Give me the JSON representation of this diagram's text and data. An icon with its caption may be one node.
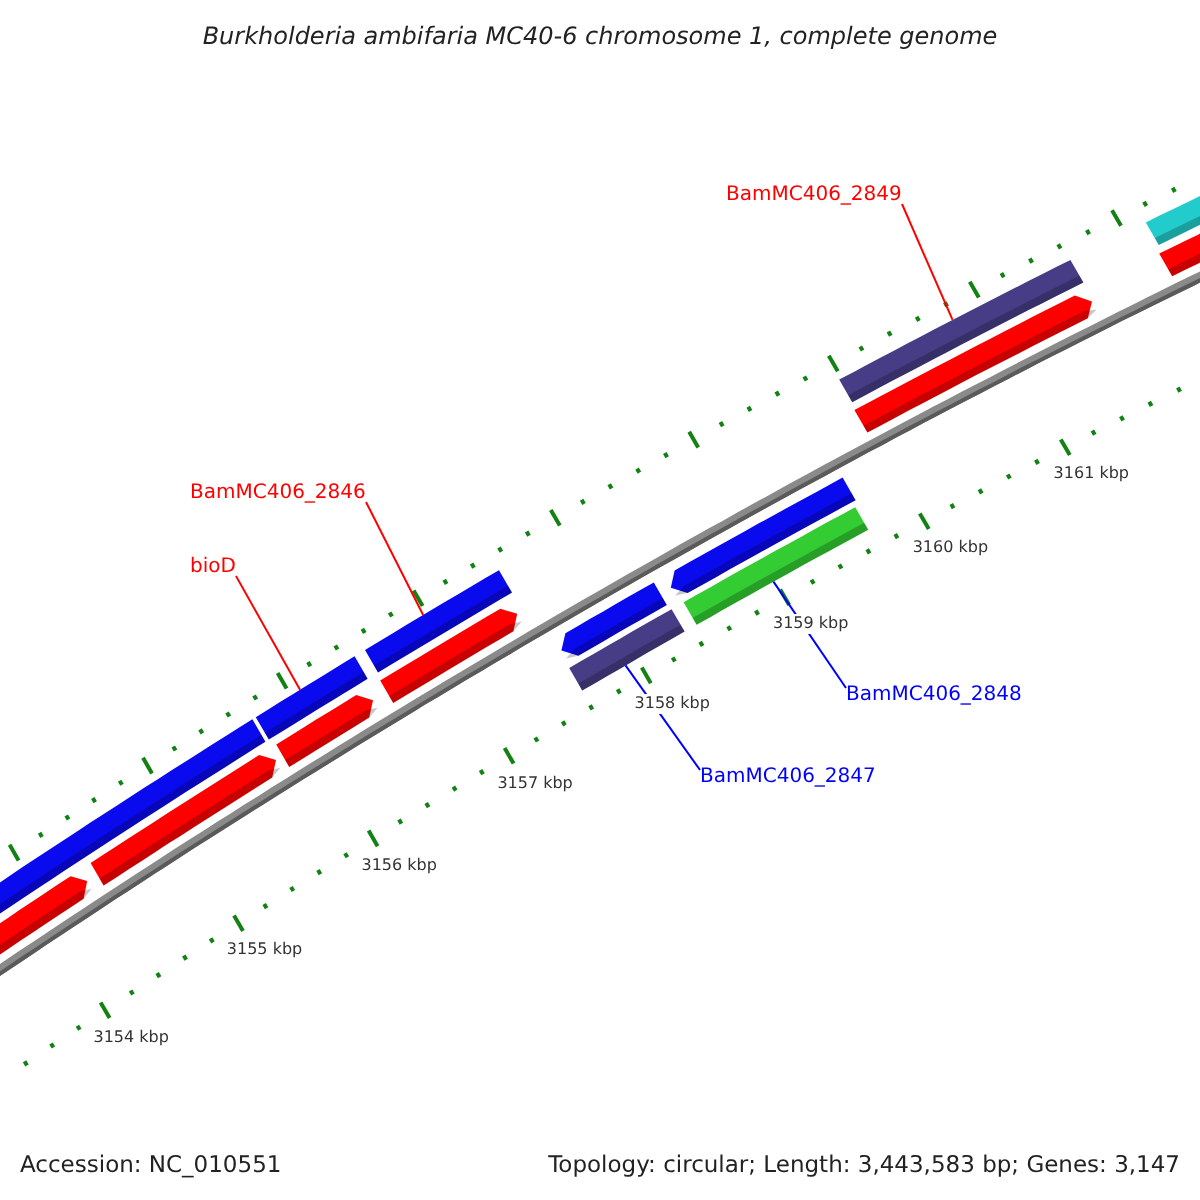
{
  "diagram": {
    "title": "Burkholderia ambifaria MC40-6 chromosome 1, complete genome",
    "nodes": [
      {
        "text": [
          "BamMC406_2849"
        ]
      },
      {
        "text": [
          "BamMC406_2846"
        ]
      },
      {
        "text": [
          "bioD"
        ]
      },
      {
        "text": [
          "BamMC406_2848"
        ]
      },
      {
        "text": [
          "BamMC406_2847"
        ]
      },
      {
        "text": [],
        "shape": "bar"
      },
      {
        "text": [],
        "shape": "bar"
      },
      {
        "text": [],
        "shape": "bar"
      },
      {
        "text": [],
        "shape": "bar"
      },
      {
        "text": [],
        "shape": "bar"
      },
      {
        "text": [],
        "shape": "bar"
      },
      {
        "text": [],
        "shape": "bar"
      },
      {
        "text": [],
        "shape": "bar"
      },
      {
        "text": [],
        "shape": "bar"
      },
      {
        "text": [],
        "shape": "bar"
      },
      {
        "text": [],
        "shape": "bar"
      },
      {
        "text": [],
        "shape": "bar"
      },
      {
        "text": [],
        "shape": "bar"
      },
      {
        "text": [],
        "shape": "bar"
      },
      {
        "text": [],
        "shape": "bar"
      }
    ],
    "edges": [
      {
        "from": 0,
        "to": 17,
        "arrow": "none"
      },
      {
        "from": 1,
        "to": 11,
        "arrow": "none"
      },
      {
        "from": 2,
        "to": 8,
        "arrow": "none"
      },
      {
        "from": 3,
        "to": 15,
        "arrow": "none",
        "color": "#0000ff"
      },
      {
        "from": 4,
        "to": 12,
        "arrow": "none",
        "color": "#0000ff"
      }
    ],
    "labels": [
      "3154 kbp",
      "3155 kbp",
      "3156 kbp",
      "3157 kbp",
      "3158 kbp",
      "3159 kbp",
      "3160 kbp",
      "3161 kbp",
      "Accession: NC_010551",
      "Topology: circular; Length: 3,443,583 bp; Genes: 3,147"
    ]
  }
}
